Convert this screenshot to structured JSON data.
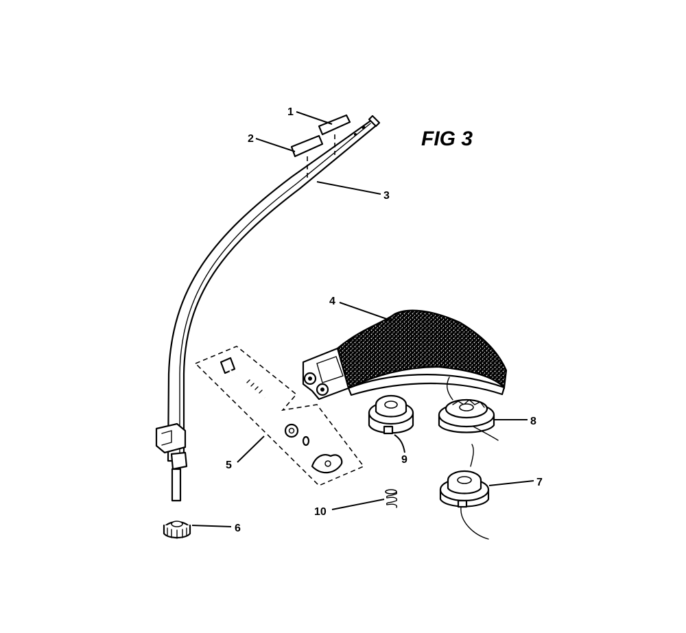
{
  "figure": {
    "title": "FIG 3"
  },
  "callouts": [
    {
      "id": "1",
      "label": "1",
      "name": "label-decal-upper"
    },
    {
      "id": "2",
      "label": "2",
      "name": "label-decal-lower"
    },
    {
      "id": "3",
      "label": "3",
      "name": "curved-shaft"
    },
    {
      "id": "4",
      "label": "4",
      "name": "grass-shield"
    },
    {
      "id": "5",
      "label": "5",
      "name": "shield-hardware-kit"
    },
    {
      "id": "6",
      "label": "6",
      "name": "knob"
    },
    {
      "id": "7",
      "label": "7",
      "name": "trimmer-head-assembly"
    },
    {
      "id": "8",
      "label": "8",
      "name": "inner-reel-with-line"
    },
    {
      "id": "9",
      "label": "9",
      "name": "trimmer-head-housing"
    },
    {
      "id": "10",
      "label": "10",
      "name": "spring"
    }
  ]
}
